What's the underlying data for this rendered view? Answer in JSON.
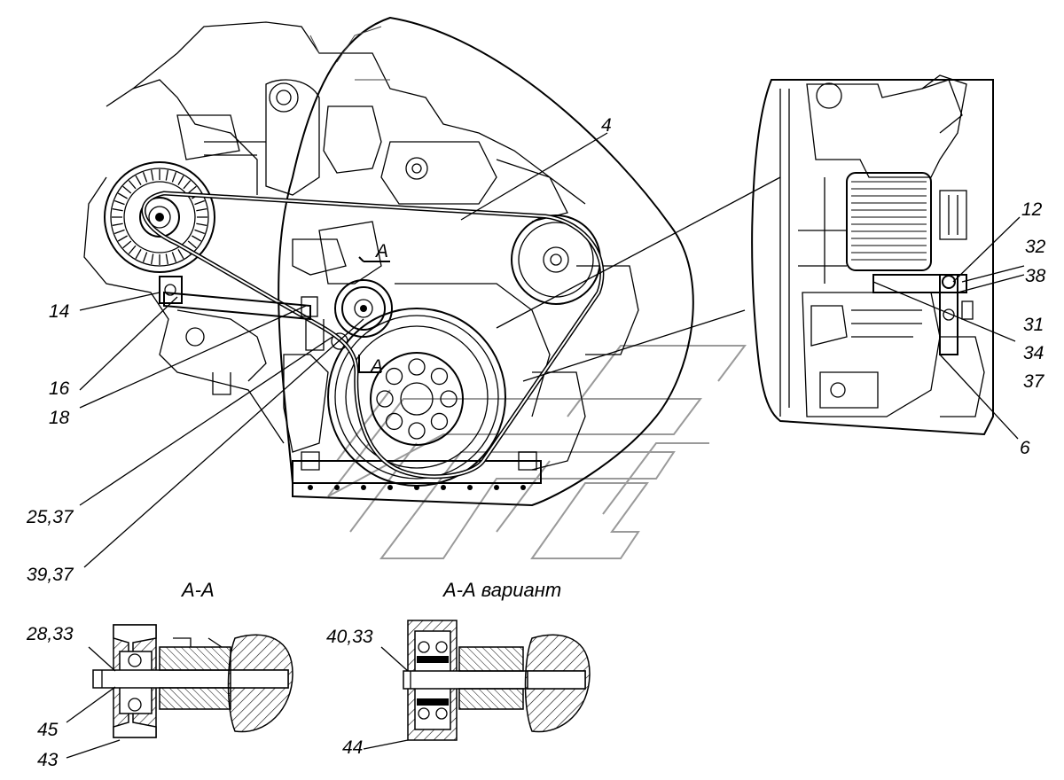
{
  "section_titles": {
    "main": "А-А",
    "variant": "А-А вариант"
  },
  "section_markers": {
    "upper": "А",
    "lower": "А"
  },
  "callouts": {
    "c4": "4",
    "c14": "14",
    "c16": "16",
    "c18": "18",
    "c25_37": "25,37",
    "c39_37": "39,37",
    "c12": "12",
    "c32": "32",
    "c38": "38",
    "c31": "31",
    "c34": "34",
    "c37": "37",
    "c6": "6",
    "c28_33": "28,33",
    "c45": "45",
    "c43": "43",
    "c40_33": "40,33",
    "c44": "44"
  },
  "icons": {
    "watermark": "kamaz-logo-watermark-icon"
  }
}
